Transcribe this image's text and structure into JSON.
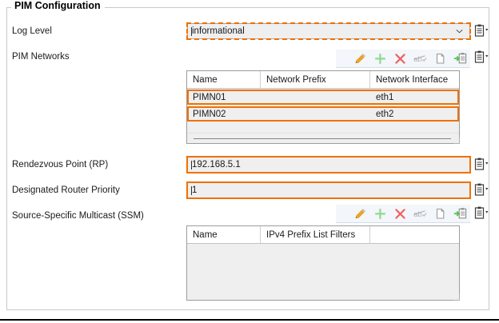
{
  "group": {
    "title": "PIM Configuration"
  },
  "labels": {
    "log_level": "Log Level",
    "pim_networks": "PIM Networks",
    "rendezvous_point": "Rendezvous Point (RP)",
    "dr_priority": "Designated Router Priority",
    "ssm": "Source-Specific Multicast (SSM)"
  },
  "fields": {
    "log_level": {
      "value": "informational",
      "type": "combobox",
      "focused": true
    },
    "rendezvous_point": {
      "value": "192.168.5.1",
      "type": "text",
      "focused": true
    },
    "dr_priority": {
      "value": "1",
      "type": "text",
      "focused": true
    }
  },
  "toolbar": {
    "buttons": [
      {
        "name": "edit",
        "icon": "pencil-icon",
        "enabled": true
      },
      {
        "name": "add",
        "icon": "plus-icon",
        "enabled": true
      },
      {
        "name": "delete",
        "icon": "x-icon",
        "enabled": true
      },
      {
        "name": "rename",
        "icon": "abc-strikethrough-icon",
        "enabled": false
      },
      {
        "name": "copy",
        "icon": "copy-icon",
        "enabled": true
      },
      {
        "name": "paste",
        "icon": "paste-import-icon",
        "enabled": true
      }
    ]
  },
  "pim_networks_table": {
    "columns": [
      "Name",
      "Network Prefix",
      "Network Interface"
    ],
    "rows": [
      {
        "name": "PIMN01",
        "network_prefix": "",
        "network_interface": "eth1",
        "selected": true
      },
      {
        "name": "PIMN02",
        "network_prefix": "",
        "network_interface": "eth2",
        "selected": true
      }
    ],
    "has_hscrollbar": true
  },
  "ssm_table": {
    "columns": [
      "Name",
      "IPv4 Prefix List Filters",
      ""
    ],
    "rows": [],
    "has_hscrollbar": false
  },
  "clipboard_icons": [
    {
      "name": "clipboard-log-level",
      "icon": "clipboard-icon"
    },
    {
      "name": "clipboard-pim-networks",
      "icon": "clipboard-icon"
    },
    {
      "name": "clipboard-rendezvous-point",
      "icon": "clipboard-icon"
    },
    {
      "name": "clipboard-dr-priority",
      "icon": "clipboard-icon"
    },
    {
      "name": "clipboard-ssm",
      "icon": "clipboard-icon"
    }
  ],
  "colors": {
    "focus_orange": "#f07000",
    "field_bg": "#efefef",
    "toolbar_bg": "#f3f6fa",
    "border_gray": "#9c9c9c"
  }
}
